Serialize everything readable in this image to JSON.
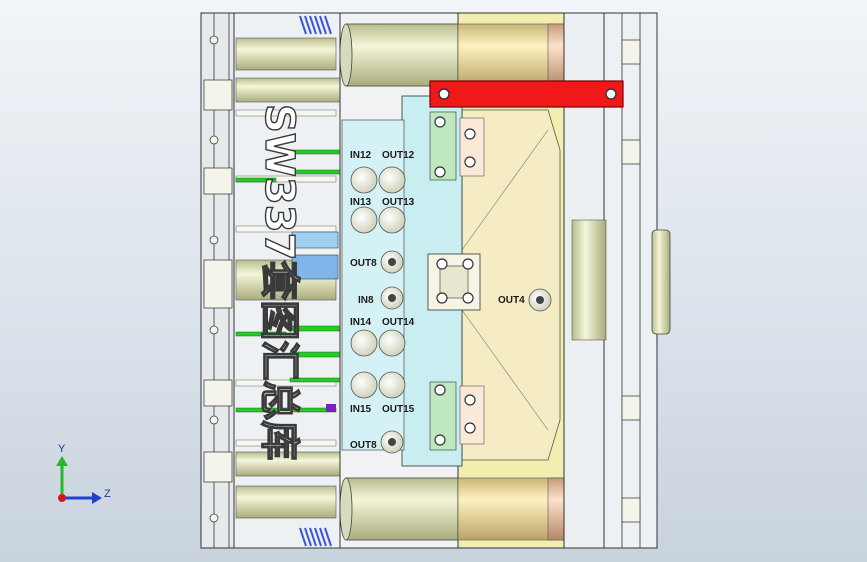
{
  "watermark": "SW337套图汇总库",
  "labels": {
    "in12": "IN12",
    "out12": "OUT12",
    "in13": "IN13",
    "out13": "OUT13",
    "in14": "IN14",
    "out14": "OUT14",
    "in15": "IN15",
    "out15": "OUT15",
    "out8_upper": "OUT8",
    "in8": "IN8",
    "out4": "OUT4",
    "out8_lower": "OUT8"
  },
  "triad": {
    "y": "Y",
    "z": "Z"
  },
  "colors": {
    "yellow_plate": "#f2eeb0",
    "cyan_plate": "#c9eef2",
    "red_bar": "#f01818",
    "cylinder": "#e9edc2",
    "cooling_line": "#29c829"
  }
}
